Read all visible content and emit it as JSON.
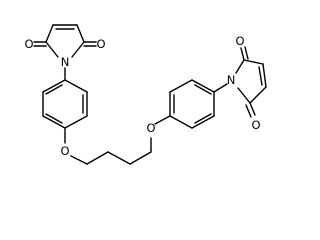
{
  "atoms": {
    "mal1_o_left": "O",
    "mal1_o_right": "O",
    "mal1_n": "N",
    "ether_o_left": "O",
    "ether_o_right": "O",
    "mal2_n": "N",
    "mal2_o_top": "O",
    "mal2_o_bottom": "O"
  }
}
